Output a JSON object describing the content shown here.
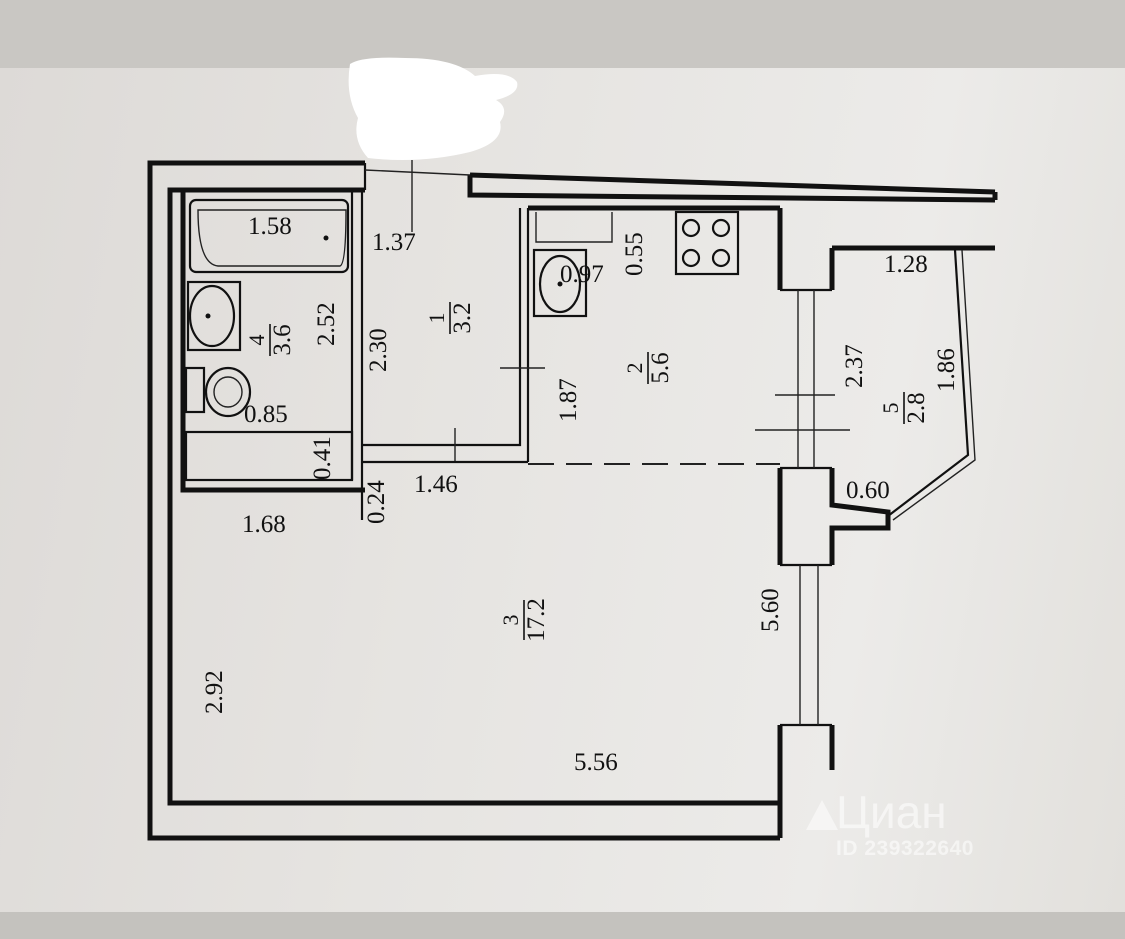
{
  "rooms": [
    {
      "number": "1",
      "area": "3.2"
    },
    {
      "number": "2",
      "area": "5.6"
    },
    {
      "number": "3",
      "area": "17.2"
    },
    {
      "number": "4",
      "area": "3.6"
    },
    {
      "number": "5",
      "area": "2.8"
    }
  ],
  "dimensions": {
    "bathtub_length": "1.58",
    "hall_width_top": "1.37",
    "kitchen_niche": "0.55",
    "kitchen_sink": "0.97",
    "bathroom_height": "2.52",
    "hall_height": "2.30",
    "kitchen_height": "1.87",
    "bathroom_lower": "0.85",
    "bathroom_small": "0.41",
    "partition": "0.24",
    "hall_width_bottom": "1.46",
    "room_left_width": "1.68",
    "balcony_width": "1.28",
    "balcony_height": "2.37",
    "balcony_side": "1.86",
    "balcony_bottom": "0.60",
    "room_height": "5.60",
    "room_left_height": "2.92",
    "room_width": "5.56"
  },
  "watermark": {
    "logo": "Циан",
    "id": "ID 239322640"
  }
}
